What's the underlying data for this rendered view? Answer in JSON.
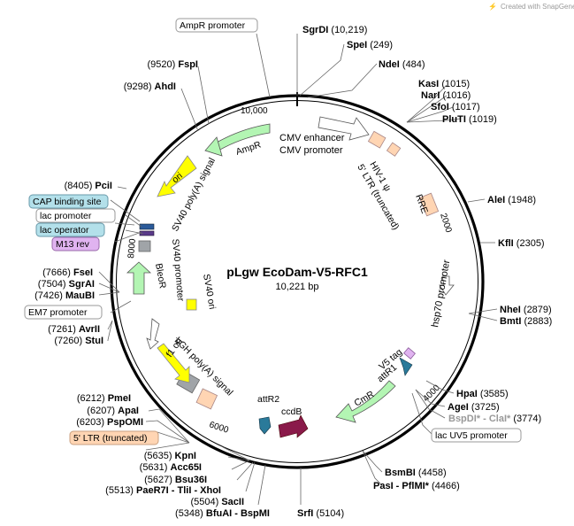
{
  "watermark": "Created with SnapGene®",
  "plasmid": {
    "name": "pLgw EcoDam-V5-RFC1",
    "size": "10,221 bp"
  },
  "ticks": [
    "10,000",
    "2000",
    "4000",
    "6000",
    "8000"
  ],
  "sites": [
    {
      "name": "SgrDI",
      "pos": "(10,219)"
    },
    {
      "name": "SpeI",
      "pos": "(249)"
    },
    {
      "name": "NdeI",
      "pos": "(484)"
    },
    {
      "name": "KasI",
      "pos": "(1015)"
    },
    {
      "name": "NarI",
      "pos": "(1016)"
    },
    {
      "name": "SfoI",
      "pos": "(1017)"
    },
    {
      "name": "PluTI",
      "pos": "(1019)"
    },
    {
      "name": "AleI",
      "pos": "(1948)"
    },
    {
      "name": "KflI",
      "pos": "(2305)"
    },
    {
      "name": "NheI",
      "pos": "(2879)"
    },
    {
      "name": "BmtI",
      "pos": "(2883)"
    },
    {
      "name": "HpaI",
      "pos": "(3585)"
    },
    {
      "name": "AgeI",
      "pos": "(3725)"
    },
    {
      "name": "BspDI* - ClaI*",
      "pos": "(3774)"
    },
    {
      "name": "BsmBI",
      "pos": "(4458)"
    },
    {
      "name": "PasI - PflMI*",
      "pos": "(4466)"
    },
    {
      "name": "SrfI",
      "pos": "(5104)"
    },
    {
      "name": "BfuAI - BspMI",
      "pos": "(5348)"
    },
    {
      "name": "SacII",
      "pos": "(5504)"
    },
    {
      "name": "PaeR7I - TliI - XhoI",
      "pos": "(5513)"
    },
    {
      "name": "Bsu36I",
      "pos": "(5627)"
    },
    {
      "name": "Acc65I",
      "pos": "(5631)"
    },
    {
      "name": "KpnI",
      "pos": "(5635)"
    },
    {
      "name": "PspOMI",
      "pos": "(6203)"
    },
    {
      "name": "ApaI",
      "pos": "(6207)"
    },
    {
      "name": "PmeI",
      "pos": "(6212)"
    },
    {
      "name": "StuI",
      "pos": "(7260)"
    },
    {
      "name": "AvrII",
      "pos": "(7261)"
    },
    {
      "name": "MauBI",
      "pos": "(7426)"
    },
    {
      "name": "SgrAI",
      "pos": "(7504)"
    },
    {
      "name": "FseI",
      "pos": "(7666)"
    },
    {
      "name": "PciI",
      "pos": "(8405)"
    },
    {
      "name": "AhdI",
      "pos": "(9298)"
    },
    {
      "name": "FspI",
      "pos": "(9520)"
    }
  ],
  "boxed_labels": {
    "ampr_promoter": "AmpR promoter",
    "cap_binding_site": "CAP binding site",
    "lac_promoter": "lac promoter",
    "lac_operator": "lac operator",
    "m13_rev": "M13 rev",
    "em7_promoter": "EM7 promoter",
    "ltr_truncated": "5' LTR (truncated)",
    "lac_uv5_promoter": "lac UV5 promoter"
  },
  "features": {
    "ampr": "AmpR",
    "cmv_enhancer": "CMV enhancer",
    "cmv_promoter": "CMV promoter",
    "hiv_psi": "HIV-1 ψ",
    "ltr5_truncated": "5' LTR (truncated)",
    "rre": "RRE",
    "hsp70": "hsp70 promoter",
    "v5_tag": "V5 tag",
    "attr1": "attR1",
    "cmr": "CmR",
    "ccdb": "ccdB",
    "attr2": "attR2",
    "bgh": "bGH poly(A) signal",
    "f1_ori": "f1 ori",
    "bleor": "BleoR",
    "sv40_promoter": "SV40 promoter",
    "sv40_ori": "SV40 ori",
    "sv40_polya": "SV40 poly(A) signal",
    "ori": "ori"
  },
  "colors": {
    "backbone": "#000000",
    "ampr": "#b3f5b3",
    "ori": "#ffff00",
    "cmv": "#ffffff",
    "ltr": "#ffd5b3",
    "cmr": "#b3f5b3",
    "ccdb": "#8a1a4a",
    "att": "#2a7a9a",
    "gray": "#a0a4a8",
    "lac_operator": "#b3e0ea",
    "m13": "#e0b3f0",
    "watermark_red": "#e05050"
  }
}
